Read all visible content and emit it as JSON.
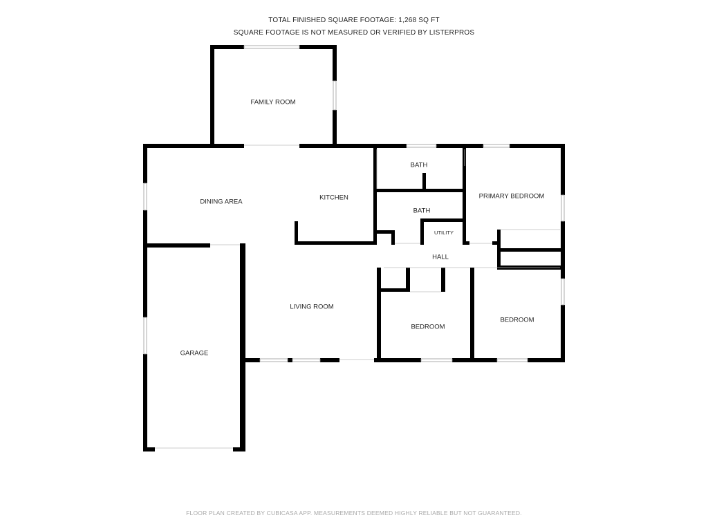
{
  "header": {
    "line1": "TOTAL FINISHED SQUARE FOOTAGE: 1,268 SQ FT",
    "line2": "SQUARE FOOTAGE IS NOT MEASURED OR VERIFIED BY LISTERPROS"
  },
  "rooms": {
    "family_room": "FAMILY ROOM",
    "dining_area": "DINING AREA",
    "kitchen": "KITCHEN",
    "bath_upper": "BATH",
    "bath_lower": "BATH",
    "primary_bedroom": "PRIMARY BEDROOM",
    "utility": "UTILITY",
    "hall": "HALL",
    "living_room": "LIVING ROOM",
    "bedroom_center": "BEDROOM",
    "bedroom_right": "BEDROOM",
    "garage": "GARAGE"
  },
  "footer": {
    "note": "FLOOR PLAN CREATED BY CUBICASA APP. MEASUREMENTS DEEMED HIGHLY RELIABLE BUT NOT GUARANTEED."
  }
}
